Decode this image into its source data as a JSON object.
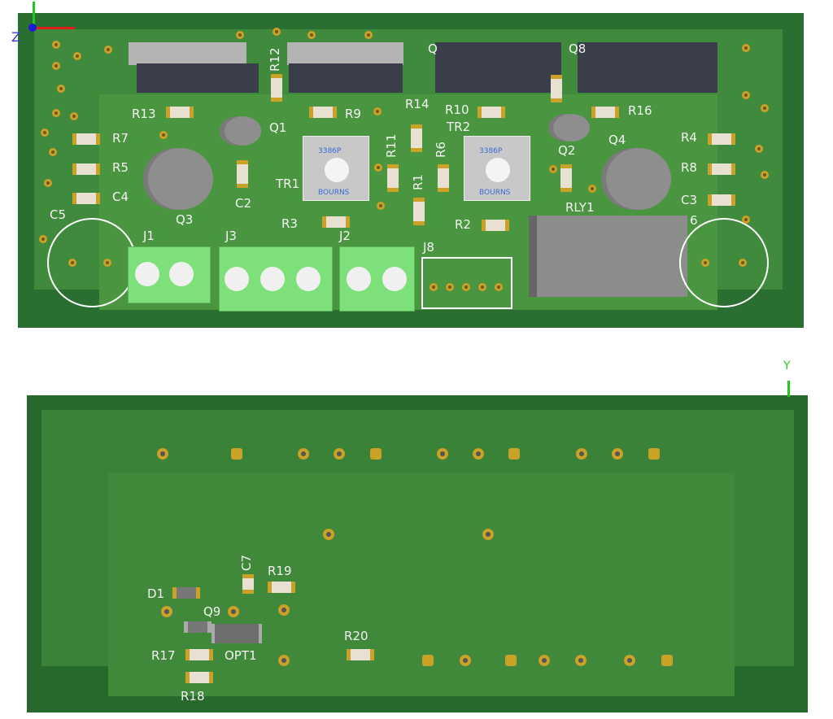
{
  "viewport": {
    "axis_top": {
      "z_label": "Z"
    },
    "axis_bottom": {
      "y_label": "Y"
    }
  },
  "top_board": {
    "designators": {
      "R12": "R12",
      "R13": "R13",
      "R9": "R9",
      "Q1": "Q1",
      "R7": "R7",
      "R5": "R5",
      "C4": "C4",
      "C5": "C5",
      "Q3": "Q3",
      "C2": "C2",
      "TR1": "TR1",
      "R11": "R11",
      "R14": "R14",
      "R10": "R10",
      "TR2": "TR2",
      "R6": "R6",
      "R1": "R1",
      "R16": "R16",
      "Q2": "Q2",
      "Q4": "Q4",
      "R4": "R4",
      "R8": "R8",
      "C3": "C3",
      "RLY1": "RLY1",
      "R3": "R3",
      "R2": "R2",
      "J1": "J1",
      "J3": "J3",
      "J2": "J2",
      "J8": "J8",
      "Q_partial": "Q",
      "Q8": "Q8",
      "C6_partial": "6"
    },
    "pot_marking": "3386P",
    "pot_brand": "BOURNS"
  },
  "bottom_board": {
    "designators": {
      "C7": "C7",
      "R19": "R19",
      "D1": "D1",
      "Q9": "Q9",
      "R17": "R17",
      "OPT1": "OPT1",
      "R20": "R20",
      "R18": "R18"
    }
  }
}
